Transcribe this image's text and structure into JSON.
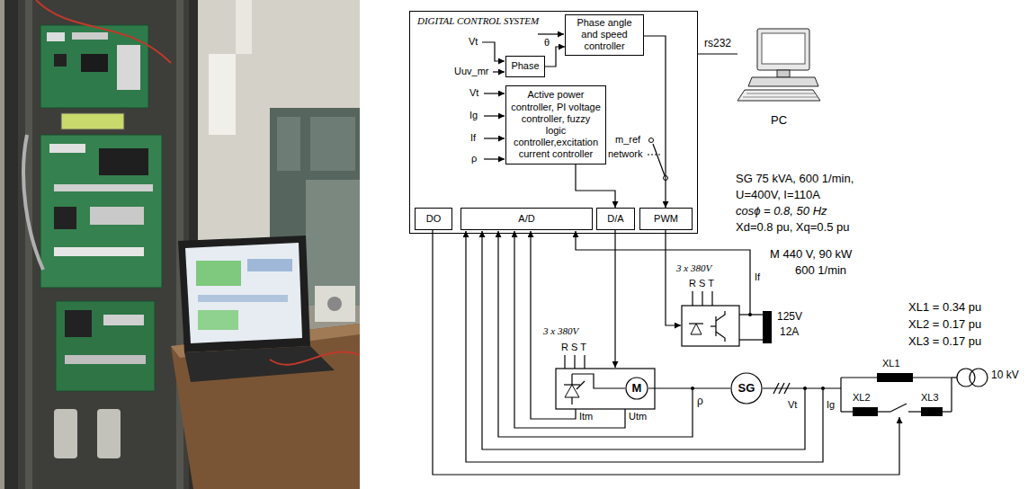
{
  "diagram": {
    "nodes": [
      {
        "text": [
          "DIGITAL CONTROL SYSTEM"
        ]
      },
      {
        "text": [
          "Phase angle and speed controller"
        ],
        "in": 0
      },
      {
        "text": [
          "Phase"
        ],
        "in": 0
      },
      {
        "text": [
          "Active power controller, PI voltage controller, fuzzy logic controller,excitation current controller"
        ],
        "in": 0
      },
      {
        "text": [
          "DO"
        ],
        "in": 0
      },
      {
        "text": [
          "A/D"
        ],
        "in": 0
      },
      {
        "text": [
          "D/A"
        ],
        "in": 0
      },
      {
        "text": [
          "PWM"
        ],
        "in": 0
      },
      {
        "text": [
          "PC"
        ]
      },
      {
        "text": [
          "M"
        ]
      },
      {
        "text": [
          "SG"
        ]
      }
    ],
    "edges": [
      {
        "from": 2,
        "to": 1,
        "arrow": "to"
      },
      {
        "from": 3,
        "to": 6,
        "arrow": "to"
      },
      {
        "from": 1,
        "to": 7,
        "arrow": "to"
      },
      {
        "from": 0,
        "to": 8,
        "label": "rs232",
        "arrow": "none"
      },
      {
        "from": 9,
        "to": 10,
        "arrow": "none"
      }
    ],
    "labels": [
      "Vt",
      "Uuv_mr",
      "θ",
      "Vt",
      "Ig",
      "If",
      "ρ",
      "m_ref",
      "network",
      "SG 75 kVA, 600 1/min,",
      "U=400V, I=110A",
      "cosϕ = 0.8, 50 Hz",
      "Xd=0.8 pu, Xq=0.5 pu",
      "M 440 V, 90 kW",
      "600 1/min",
      "3 x 380V",
      "R S T",
      "If",
      "125V",
      "12A",
      "XL1 = 0.34 pu",
      "XL2 = 0.17 pu",
      "XL3 = 0.17 pu",
      "3 x 380V",
      "R S T",
      "Itm",
      "Utm",
      "ρ",
      "Vt",
      "Ig",
      "XL1",
      "XL2",
      "XL3",
      "10 kV"
    ]
  }
}
